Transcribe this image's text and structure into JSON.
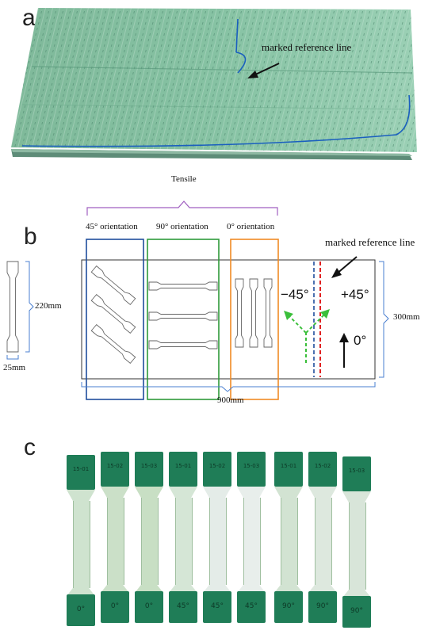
{
  "panel_a": {
    "letter": "a",
    "annotation": "marked reference line"
  },
  "panel_b": {
    "letter": "b",
    "group_label": "Tensile",
    "orientations": [
      "45° orientation",
      "90° orientation",
      "0° orientation"
    ],
    "annotation": "marked reference line",
    "dims": {
      "length": "220mm",
      "width": "25mm",
      "plate_width": "900mm",
      "plate_height": "300mm"
    },
    "angles": {
      "neg": "−45°",
      "pos": "+45°",
      "zero": "0°"
    },
    "colors": {
      "blue": "#1f4e9c",
      "green": "#2e9a3a",
      "orange": "#f08a24",
      "purple": "#a05fc0",
      "red": "#e02020",
      "dash_green": "#3bbf3b"
    }
  },
  "panel_c": {
    "letter": "c",
    "specimens": [
      {
        "top": "15-01",
        "bottom": "0°"
      },
      {
        "top": "15-02",
        "bottom": "0°"
      },
      {
        "top": "15-03",
        "bottom": "0°"
      },
      {
        "top": "15-01",
        "bottom": "45°"
      },
      {
        "top": "15-02",
        "bottom": "45°"
      },
      {
        "top": "15-03",
        "bottom": "45°"
      },
      {
        "top": "15-01",
        "bottom": "90°"
      },
      {
        "top": "15-02",
        "bottom": "90°"
      },
      {
        "top": "15-03",
        "bottom": "90°"
      }
    ]
  }
}
